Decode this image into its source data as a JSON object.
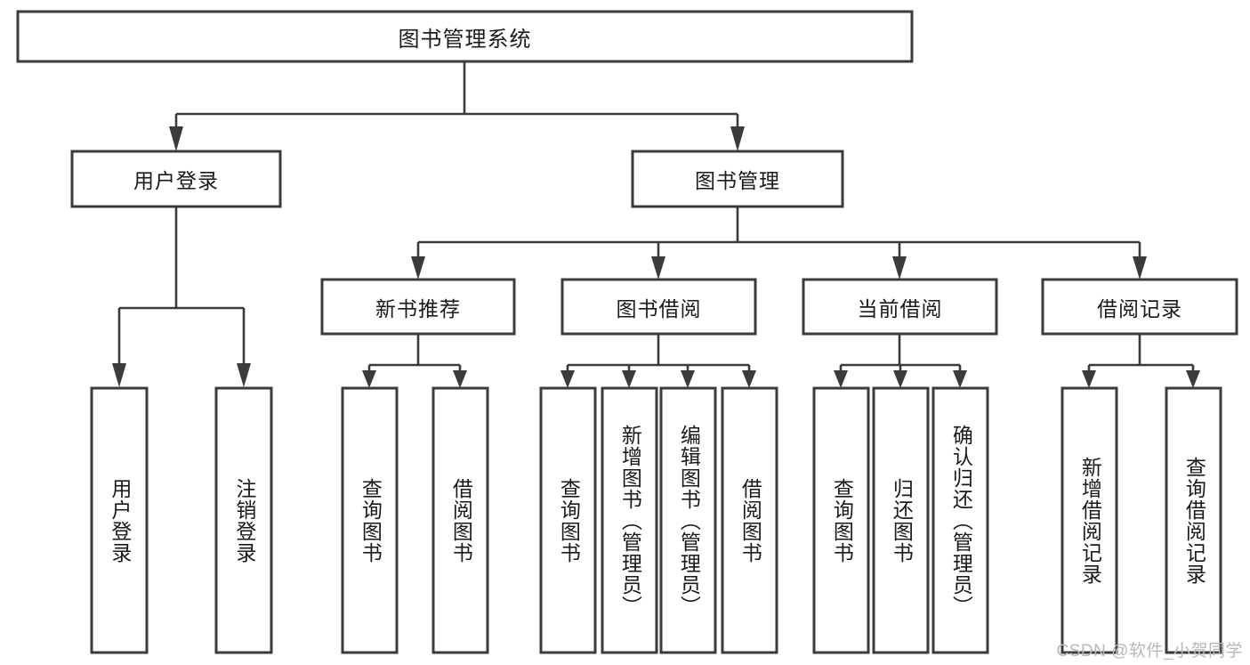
{
  "diagram": {
    "type": "tree-hierarchy-chart",
    "title": "图书管理系统",
    "watermark": "CSDN @软件_小贺同学",
    "colors": {
      "box_stroke": "#3b3b3b",
      "box_fill": "#ffffff",
      "connector": "#3b3b3b",
      "text": "#1a1a1a",
      "watermark": "#b8b8b8",
      "background": "#ffffff"
    },
    "levels": {
      "root": {
        "label": "图书管理系统"
      },
      "level2": [
        {
          "label": "用户登录"
        },
        {
          "label": "图书管理"
        }
      ],
      "level3": [
        {
          "label": "新书推荐"
        },
        {
          "label": "图书借阅"
        },
        {
          "label": "当前借阅"
        },
        {
          "label": "借阅记录"
        }
      ],
      "leaves": {
        "user_login": [
          {
            "label": "用户登录"
          },
          {
            "label": "注销登录"
          }
        ],
        "new_book_recommend": [
          {
            "label": "查询图书"
          },
          {
            "label": "借阅图书"
          }
        ],
        "book_borrow": [
          {
            "label": "查询图书"
          },
          {
            "label": "新增图书（管理员）"
          },
          {
            "label": "编辑图书（管理员）"
          },
          {
            "label": "借阅图书"
          }
        ],
        "current_borrow": [
          {
            "label": "查询图书"
          },
          {
            "label": "归还图书"
          },
          {
            "label": "确认归还（管理员）"
          }
        ],
        "borrow_record": [
          {
            "label": "新增借阅记录"
          },
          {
            "label": "查询借阅记录"
          }
        ]
      }
    }
  }
}
